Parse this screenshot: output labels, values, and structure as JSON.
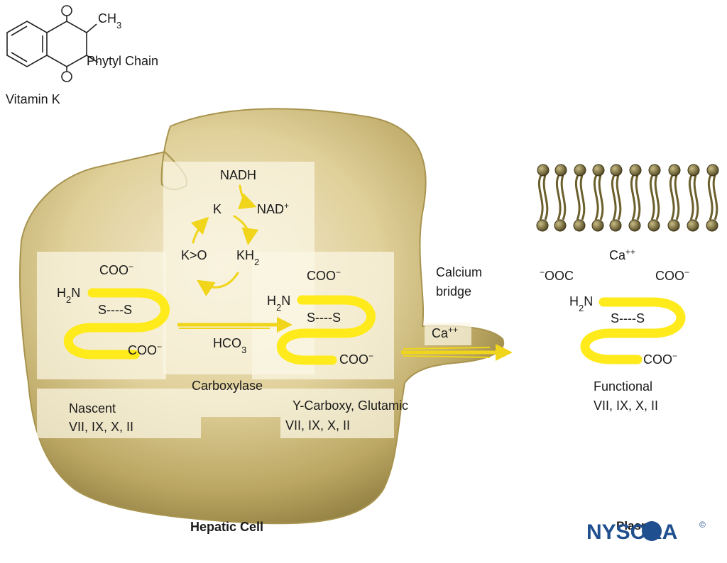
{
  "vitamin_k": {
    "methyl": "CH",
    "methyl_sub": "3",
    "side_chain": "Phytyl Chain",
    "name": "Vitamin K"
  },
  "cycle": {
    "nadh": "NADH",
    "nad": "NAD",
    "nad_sup": "+",
    "k": "K",
    "k_oxide": "K>O",
    "kh": "KH",
    "kh_sub": "2"
  },
  "nascent": {
    "coo_top": "COO",
    "coo_top_sup": "−",
    "h": "H",
    "h_sub": "2",
    "n": "N",
    "ss": "S----S",
    "coo_bottom": "COO",
    "coo_bottom_sup": "−",
    "name": "Nascent",
    "factors": "VII, IX, X, II"
  },
  "carboxylation": {
    "hco": "HCO",
    "hco_sub": "3",
    "enzyme": "Carboxylase"
  },
  "gamma": {
    "coo_top": "COO",
    "coo_top_sup": "−",
    "h": "H",
    "h_sub": "2",
    "n": "N",
    "ss": "S----S",
    "coo_bottom": "COO",
    "coo_bottom_sup": "−",
    "name": "Y-Carboxy, Glutamic",
    "factors": "VII, IX, X, II"
  },
  "bridge": {
    "line1": "Calcium",
    "line2": "bridge",
    "ca": "Ca",
    "ca_sup": "++"
  },
  "functional": {
    "ca": "Ca",
    "ca_sup": "++",
    "ooc_sup": "−",
    "ooc": "OOC",
    "coo_top": "COO",
    "coo_top_sup": "−",
    "h": "H",
    "h_sub": "2",
    "n": "N",
    "ss": "S----S",
    "coo_bottom": "COO",
    "coo_bottom_sup": "−",
    "name": "Functional",
    "factors": "VII, IX, X, II"
  },
  "cell_label": "Hepatic Cell",
  "plasma_label": "Plasma",
  "logo": {
    "text": "NYSORA",
    "mark": "©"
  },
  "colors": {
    "cell_light": "#f1e7c2",
    "cell_mid": "#d9c98f",
    "cell_dark": "#8a7a3c",
    "protein_yellow": "#ffea1c",
    "arrow_yellow": "#f0d51a",
    "panel": "#fbf6e4",
    "membrane": "#6b5f2c",
    "logo_blue": "#1f4f8f"
  }
}
